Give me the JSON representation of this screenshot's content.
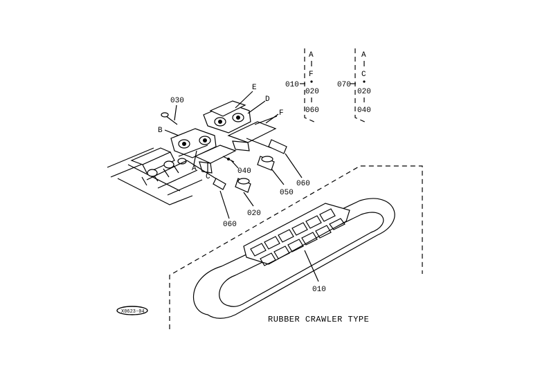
{
  "labels": {
    "p030": "030",
    "pB": "B",
    "pE": "E",
    "pD": "D",
    "pF": "F",
    "pA": "A",
    "pC": "C",
    "p040": "040",
    "p050": "050",
    "p060a": "060",
    "p020": "020",
    "p060b": "060",
    "p010": "010"
  },
  "legend_left": {
    "ref": "010",
    "chain": [
      "A",
      "F",
      "020",
      "060"
    ]
  },
  "legend_right": {
    "ref": "070",
    "chain": [
      "A",
      "C",
      "020",
      "040"
    ]
  },
  "caption": "RUBBER CRAWLER TYPE",
  "stamp": "X0623-04"
}
